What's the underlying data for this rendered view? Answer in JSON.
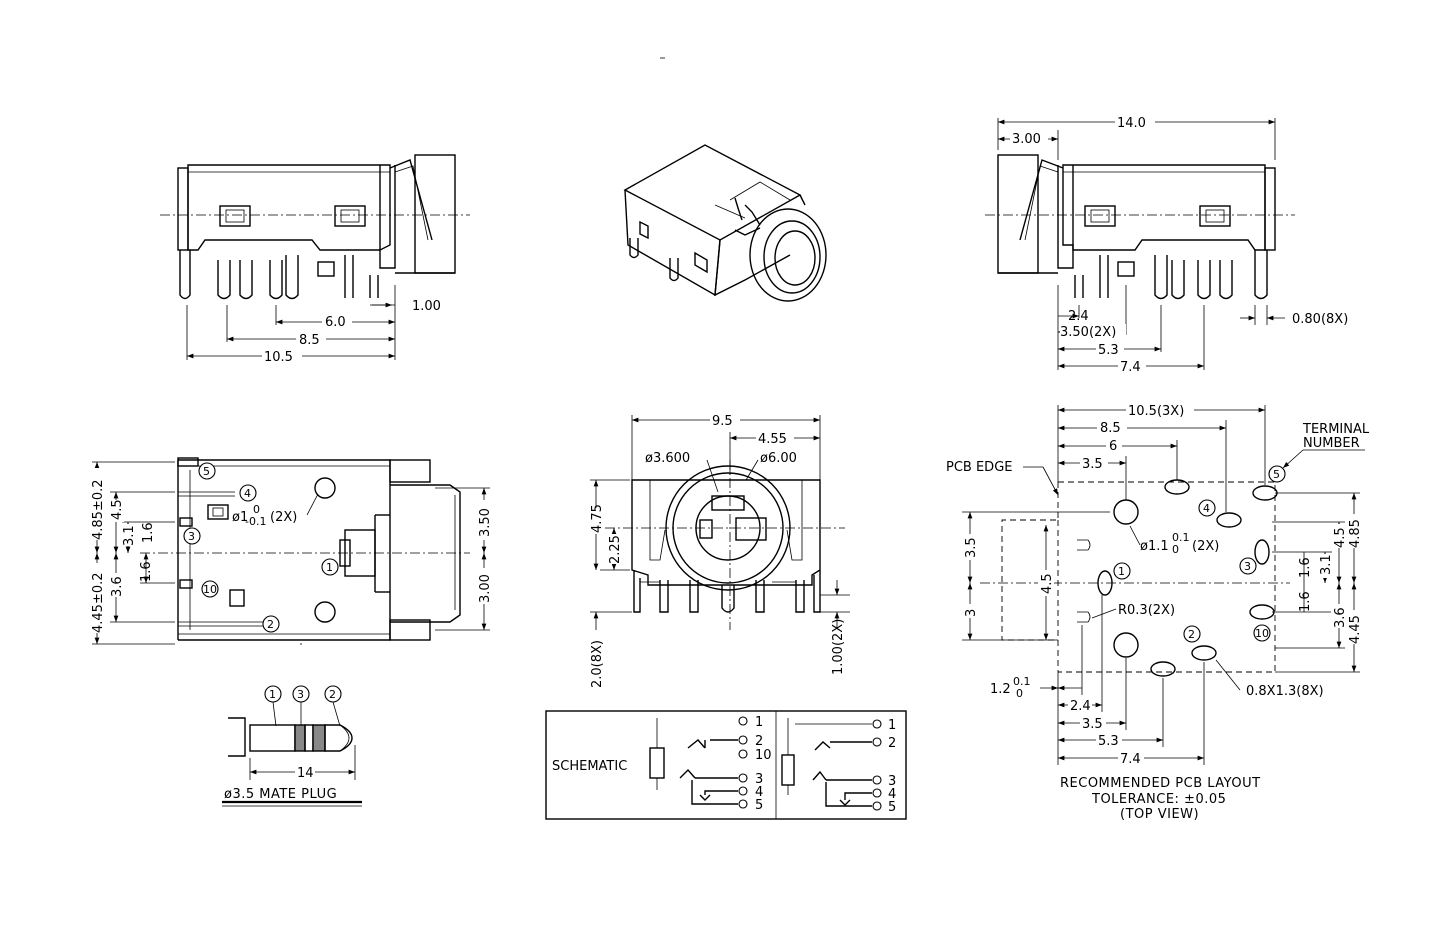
{
  "top_left": {
    "dims": {
      "d1": "1.00",
      "d2": "6.0",
      "d3": "8.5",
      "d4": "10.5"
    }
  },
  "top_right": {
    "dims": {
      "d1": "14.0",
      "d2": "3.00",
      "d3": "2.4",
      "d4": "3.50(2X)",
      "d5": "5.3",
      "d6": "7.4",
      "d7": "0.80(8X)"
    }
  },
  "side_view": {
    "dims": {
      "d1": "4.85±0.2",
      "d2": "4.5",
      "d3": "3.1",
      "d4": "1.6",
      "d5": "1.6",
      "d6": "3.6",
      "d7": "4.45±0.2",
      "d8": "3.50",
      "d9": "3.00",
      "hole": "ø1",
      "hole_tol_up": "0",
      "hole_tol_dn": "-0.1",
      "hole_count": "(2X)"
    },
    "pins": [
      "5",
      "4",
      "3",
      "1",
      "10",
      "2"
    ]
  },
  "front_view": {
    "dims": {
      "d1": "9.5",
      "d2": "4.55",
      "d3": "ø3.600",
      "d4": "ø6.00",
      "d5": "4.75",
      "d6": "2.25",
      "d7": "2.0(8X)",
      "d8": "1.00(2X)"
    }
  },
  "plug": {
    "pins": [
      "1",
      "3",
      "2"
    ],
    "length": "14",
    "caption": "ø3.5 MATE PLUG"
  },
  "schematic": {
    "label": "SCHEMATIC",
    "left_pins": [
      "1",
      "2",
      "10",
      "3",
      "4",
      "5"
    ],
    "right_pins": [
      "1",
      "2",
      "3",
      "4",
      "5"
    ]
  },
  "pcb": {
    "dims": {
      "d1": "10.5(3X)",
      "d2": "8.5",
      "d3": "6",
      "d4": "3.5",
      "d5": "3.5",
      "d6": "4.5",
      "d7": "3",
      "d8": "4.5",
      "d9": "4.85",
      "d10": "3.1",
      "d11": "1.6",
      "d12": "1.6",
      "d13": "3.6",
      "d14": "4.45",
      "d15": "2.4",
      "d16": "3.5",
      "d17": "5.3",
      "d18": "7.4",
      "hole": "ø1.1",
      "hole_tol_up": "0.1",
      "hole_tol_dn": "0",
      "hole_count": "(2X)",
      "radius": "R0.3(2X)",
      "slot": "0.8X1.3(8X)",
      "edge_tol": "1.2",
      "edge_tol_up": "0.1",
      "edge_tol_dn": "0"
    },
    "pcb_edge_label": "PCB EDGE",
    "terminal_label_1": "TERMINAL",
    "terminal_label_2": "NUMBER",
    "pins": [
      "5",
      "4",
      "3",
      "10",
      "1",
      "2"
    ],
    "caption_1": "RECOMMENDED PCB LAYOUT",
    "caption_2": "TOLERANCE: ±0.05",
    "caption_3": "(TOP VIEW)"
  }
}
